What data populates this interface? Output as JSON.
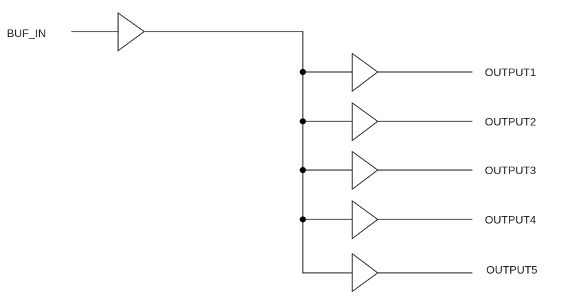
{
  "input": {
    "label": "BUF_IN"
  },
  "outputs": [
    {
      "label": "OUTPUT1",
      "junction": true
    },
    {
      "label": "OUTPUT2",
      "junction": true
    },
    {
      "label": "OUTPUT3",
      "junction": true
    },
    {
      "label": "OUTPUT4",
      "junction": true
    },
    {
      "label": "OUTPUT5",
      "junction": false
    }
  ]
}
